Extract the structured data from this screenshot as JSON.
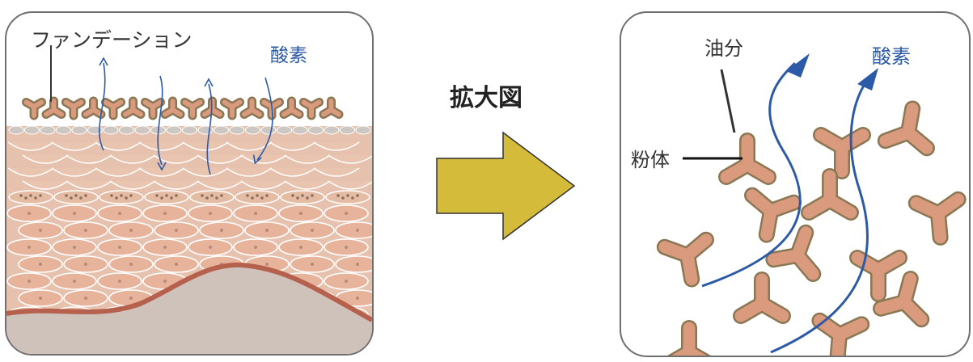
{
  "left": {
    "foundation_label": "ファンデーション",
    "oxygen_label": "酸素"
  },
  "center": {
    "zoom_label": "拡大図"
  },
  "right": {
    "oil_label": "油分",
    "oxygen_label": "酸素",
    "powder_label": "粉体"
  },
  "colors": {
    "particle_fill": "#d99a7e",
    "particle_stroke": "#8a7753",
    "oxygen_blue": "#2c5aa6",
    "arrow_yellow": "#d4bb3a",
    "skin_cell": "#e7b49b",
    "dermis": "#cfc2bb",
    "basement_line": "#b5614e"
  }
}
